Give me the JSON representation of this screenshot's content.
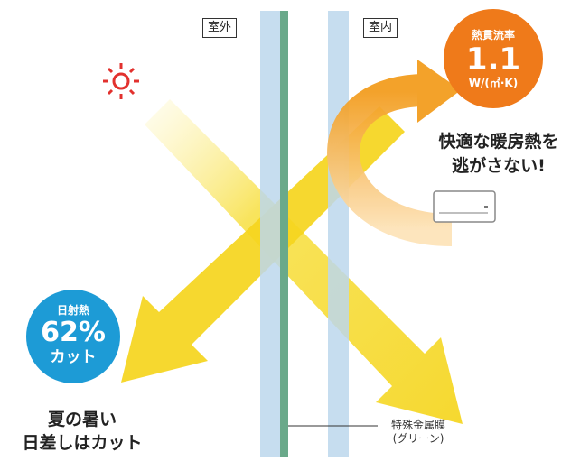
{
  "labels": {
    "outdoor": "室外",
    "indoor": "室内"
  },
  "solar_badge": {
    "title": "日射熱",
    "value": "62%",
    "action": "カット"
  },
  "thermal_badge": {
    "title": "熱貫流率",
    "value": "1.1",
    "unit": "W/(㎡·K)"
  },
  "heat_caption": {
    "line1": "快適な暖房熱を",
    "line2": "逃がさない!"
  },
  "summer_caption": {
    "line1": "夏の暑い",
    "line2": "日差しはカット"
  },
  "film_label": {
    "line1": "特殊金属膜",
    "line2": "(グリーン)"
  },
  "colors": {
    "glass": "#bcd7ec",
    "film": "#6aa98a",
    "sun_arrow": "#f5d51d",
    "heat_arrow": "#f39b1a",
    "solar_badge": "#1d9bd6",
    "thermal_badge": "#ef7a1a",
    "sun_icon": "#e2312e"
  }
}
